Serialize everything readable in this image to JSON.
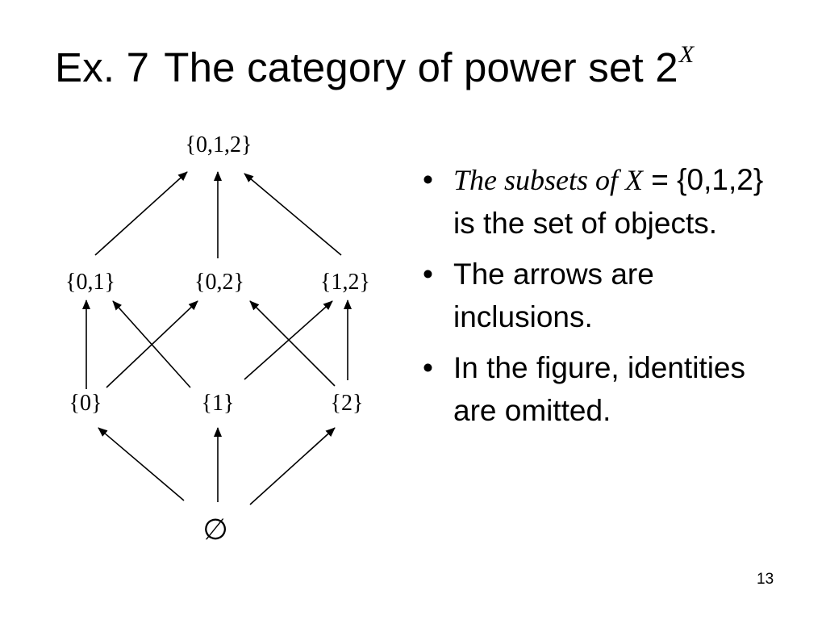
{
  "title": {
    "text": "Ex. 7",
    "text2": "The category of power set 2",
    "superscript": "X"
  },
  "diagram": {
    "top": {
      "label": "{0,1,2}"
    },
    "middle": [
      {
        "label": "{0,1}"
      },
      {
        "label": "{0,2}"
      },
      {
        "label": "{1,2}"
      }
    ],
    "bottom": [
      {
        "label": "{0}"
      },
      {
        "label": "{1}"
      },
      {
        "label": "{2}"
      }
    ],
    "empty_set": {
      "label": "∅"
    }
  },
  "bullets": [
    {
      "marker": "•",
      "italic": "The subsets of X",
      "rest": " = {0,1,2}  is the set of objects."
    },
    {
      "marker": "•",
      "text": "The arrows are inclusions."
    },
    {
      "marker": "•",
      "text": "In the figure, identities are omitted."
    }
  ],
  "page_number": "13"
}
